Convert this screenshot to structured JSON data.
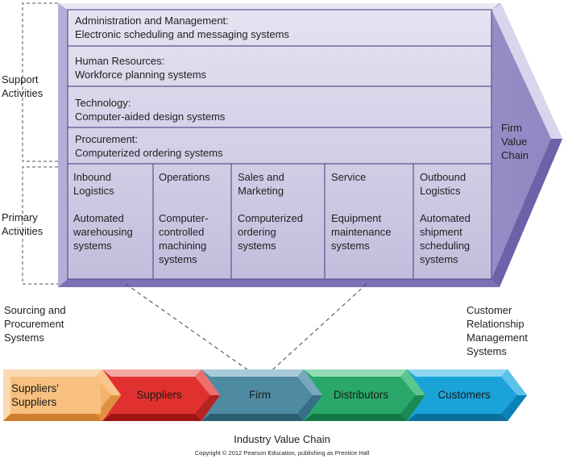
{
  "support_activities_label": [
    "Support",
    "Activities"
  ],
  "primary_activities_label": [
    "Primary",
    "Activities"
  ],
  "firm_value_chain_label": [
    "Firm",
    "Value",
    "Chain"
  ],
  "support_rows": [
    {
      "title": "Administration and Management:",
      "detail": "Electronic scheduling and messaging systems"
    },
    {
      "title": "Human Resources:",
      "detail": "Workforce planning systems"
    },
    {
      "title": "Technology:",
      "detail": "Computer-aided design systems"
    },
    {
      "title": "Procurement:",
      "detail": "Computerized ordering systems"
    }
  ],
  "primary_columns": [
    {
      "title": [
        "Inbound",
        "Logistics"
      ],
      "detail": [
        "Automated",
        "warehousing",
        "systems"
      ]
    },
    {
      "title": [
        "Operations"
      ],
      "detail": [
        "Computer-",
        "controlled",
        "machining",
        "systems"
      ]
    },
    {
      "title": [
        "Sales and",
        "Marketing"
      ],
      "detail": [
        "Computerized",
        "ordering",
        "systems"
      ]
    },
    {
      "title": [
        "Service"
      ],
      "detail": [
        "Equipment",
        "maintenance",
        "systems"
      ]
    },
    {
      "title": [
        "Outbound",
        "Logistics"
      ],
      "detail": [
        "Automated",
        "shipment",
        "scheduling",
        "systems"
      ]
    }
  ],
  "sourcing_label": [
    "Sourcing and",
    "Procurement",
    "Systems"
  ],
  "crm_label": [
    "Customer",
    "Relationship",
    "Management",
    "Systems"
  ],
  "industry_chain": [
    {
      "label": [
        "Suppliers'",
        "Suppliers"
      ],
      "color": "#f5b26b"
    },
    {
      "label": [
        "Suppliers"
      ],
      "color": "#e0312f"
    },
    {
      "label": [
        "Firm"
      ],
      "color": "#4e8ba3"
    },
    {
      "label": [
        "Distributors"
      ],
      "color": "#2aa86a"
    },
    {
      "label": [
        "Customers"
      ],
      "color": "#1aa3d9"
    }
  ],
  "industry_chain_title": "Industry Value Chain",
  "copyright": "Copyright © 2012 Pearson Education, publishing as Prentice Hall",
  "colors": {
    "panel": "#c9c5e0",
    "panel_dark": "#7a72b4",
    "panel_light": "#e4e1f1"
  }
}
